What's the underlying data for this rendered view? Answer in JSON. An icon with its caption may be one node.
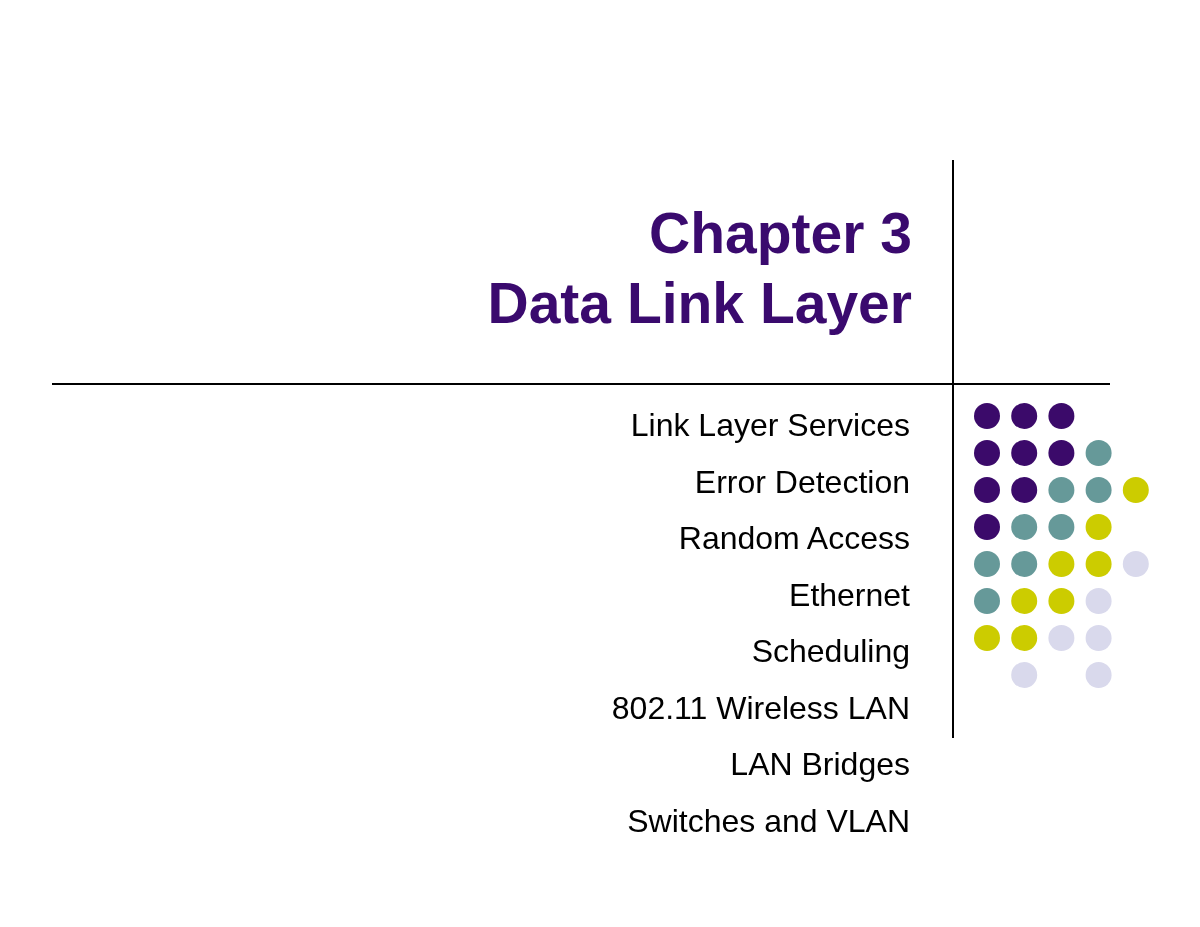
{
  "diagram": {
    "title": "Chapter 3 Data Link Layer",
    "labels": [
      "Link Layer Services",
      "Error Detection",
      "Random Access",
      "Ethernet",
      "Scheduling",
      "802.11 Wireless LAN",
      "LAN Bridges",
      "Switches and VLAN"
    ]
  }
}
